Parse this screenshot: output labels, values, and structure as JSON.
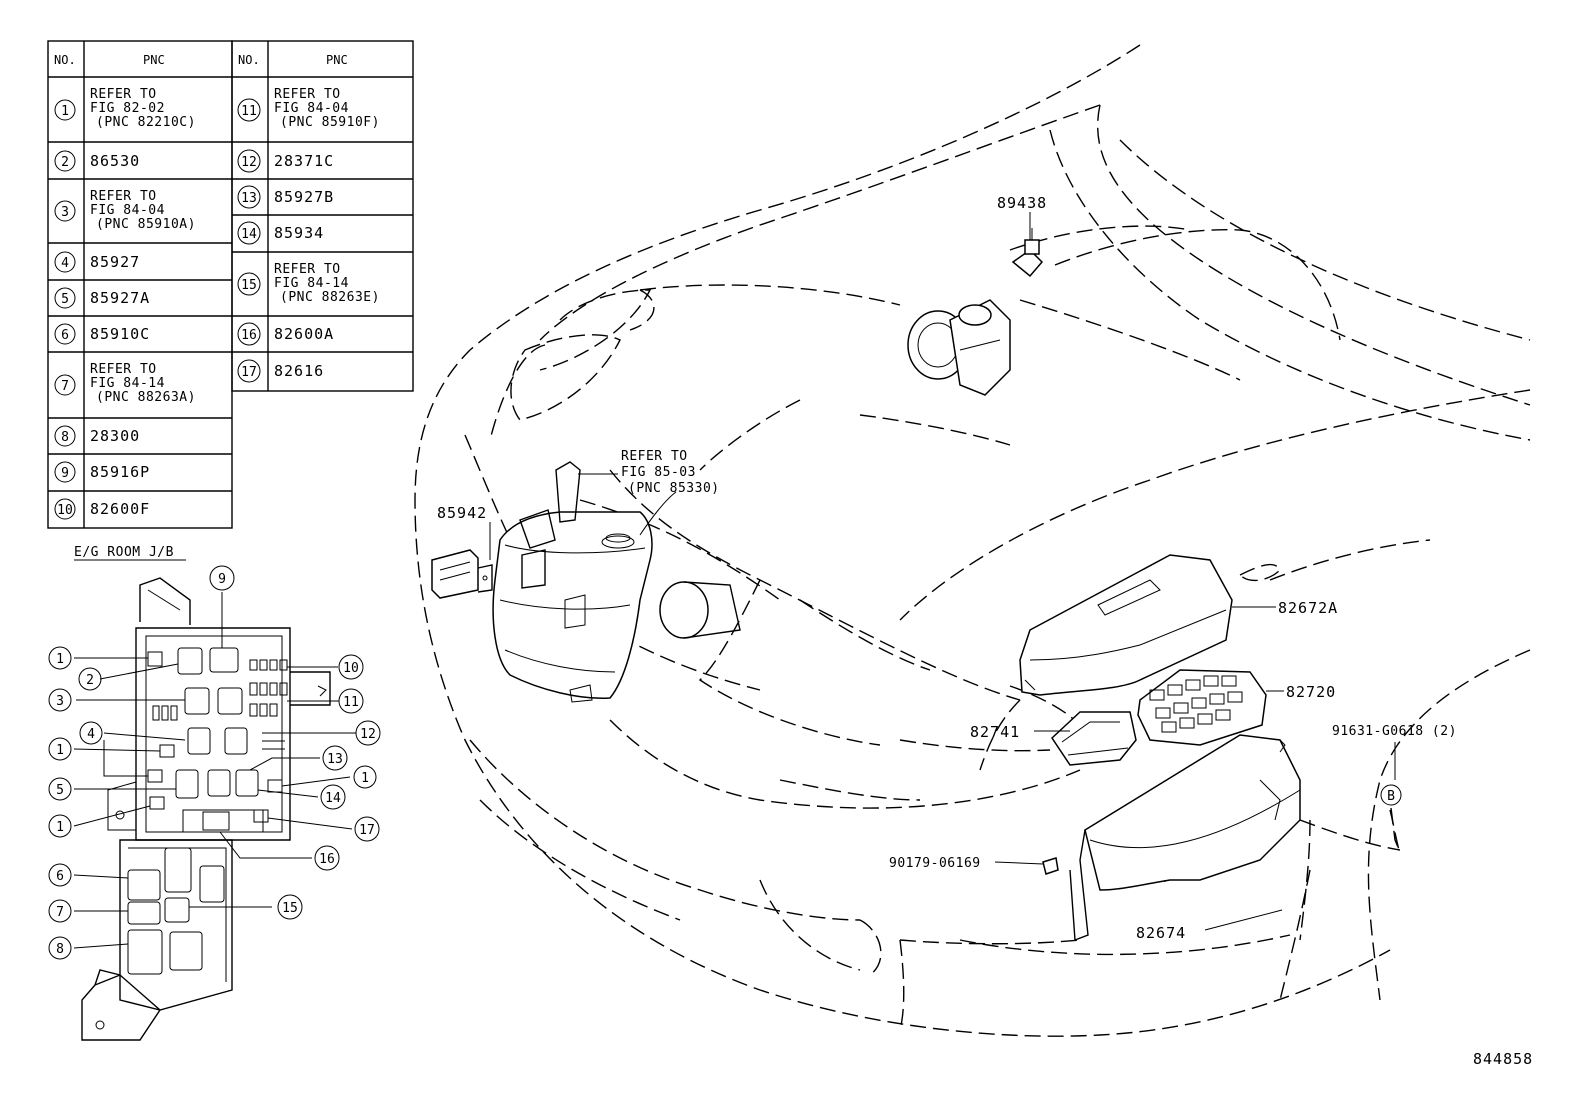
{
  "table": {
    "header": {
      "no": "NO.",
      "pnc": "PNC"
    },
    "rows": [
      {
        "no": "1",
        "pnc": [
          "REFER TO",
          "FIG 82-02",
          "(PNC 82210C)"
        ]
      },
      {
        "no": "2",
        "pnc": [
          "86530"
        ]
      },
      {
        "no": "3",
        "pnc": [
          "REFER TO",
          "FIG 84-04",
          "(PNC 85910A)"
        ]
      },
      {
        "no": "4",
        "pnc": [
          "85927"
        ]
      },
      {
        "no": "5",
        "pnc": [
          "85927A"
        ]
      },
      {
        "no": "6",
        "pnc": [
          "85910C"
        ]
      },
      {
        "no": "7",
        "pnc": [
          "REFER TO",
          "FIG 84-14",
          "(PNC 88263A)"
        ]
      },
      {
        "no": "8",
        "pnc": [
          "28300"
        ]
      },
      {
        "no": "9",
        "pnc": [
          "85916P"
        ]
      },
      {
        "no": "10",
        "pnc": [
          "82600F"
        ]
      },
      {
        "no": "11",
        "pnc": [
          "REFER TO",
          "FIG 84-04",
          "(PNC 85910F)"
        ]
      },
      {
        "no": "12",
        "pnc": [
          "28371C"
        ]
      },
      {
        "no": "13",
        "pnc": [
          "85927B"
        ]
      },
      {
        "no": "14",
        "pnc": [
          "85934"
        ]
      },
      {
        "no": "15",
        "pnc": [
          "REFER TO",
          "FIG 84-14",
          "(PNC 88263E)"
        ]
      },
      {
        "no": "16",
        "pnc": [
          "82600A"
        ]
      },
      {
        "no": "17",
        "pnc": [
          "82616"
        ]
      }
    ]
  },
  "jb": {
    "title": "E/G ROOM J/B",
    "callouts": [
      "9",
      "1",
      "2",
      "10",
      "3",
      "11",
      "4",
      "12",
      "1",
      "13",
      "1",
      "5",
      "14",
      "1",
      "17",
      "16",
      "6",
      "7",
      "15",
      "8"
    ]
  },
  "labels": {
    "p89438": "89438",
    "p85942": "85942",
    "refer_line1": "REFER TO",
    "refer_line2": "FIG 85-03",
    "refer_line3": "(PNC 85330)",
    "p82672a": "82672A",
    "p82720": "82720",
    "p82741": "82741",
    "p91631": "91631-G0618 (2)",
    "callout_b": "B",
    "p90179": "90179-06169",
    "p82674": "82674",
    "figure_no": "844858"
  }
}
